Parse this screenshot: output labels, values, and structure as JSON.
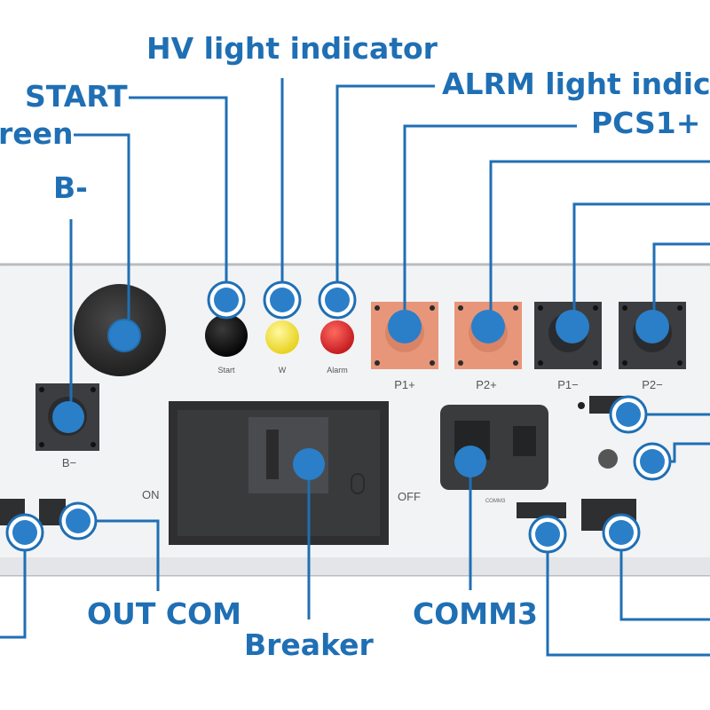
{
  "callouts": {
    "hv_light": "HV light indicator",
    "alarm_light": "ALRM light indica",
    "start": "START",
    "screen": "reen",
    "pcs1_plus": "PCS1+",
    "b_minus": "B-",
    "out_com": "OUT COM",
    "comm3": "COMM3",
    "breaker": "Breaker"
  },
  "panel": {
    "start_label": "Start",
    "hv_label": "W",
    "alarm_label": "Alarm",
    "p1_plus": "P1+",
    "p2_plus": "P2+",
    "p1_minus": "P1−",
    "p2_minus": "P2−",
    "b_minus": "B−",
    "on": "ON",
    "off": "OFF",
    "comm_port": "COMM3"
  },
  "colors": {
    "callout_blue": "#1f6fb4",
    "marker_fill": "#2a7fc8",
    "panel_bg": "#f2f3f5",
    "terminal_orange": "#e8967a",
    "terminal_dark": "#3c3d40",
    "start_button": "#0d0d0d",
    "hv_button": "#f2e53a",
    "alarm_button": "#d9262b"
  }
}
